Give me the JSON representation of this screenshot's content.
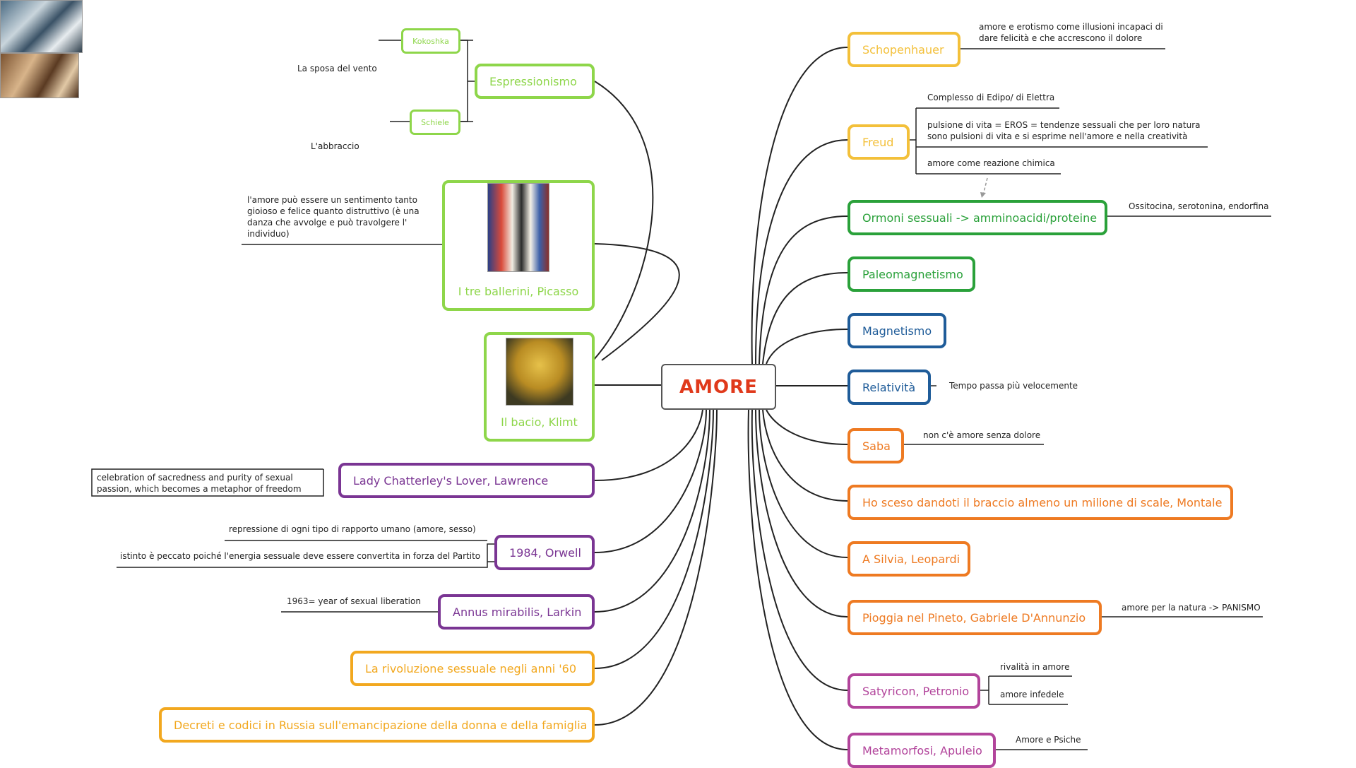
{
  "colors": {
    "lightgreen": "#8ed64a",
    "green": "#2aa13a",
    "yellow": "#f3c03a",
    "blue": "#1f5c99",
    "orange": "#ee7a22",
    "purple": "#7a3593",
    "magenta": "#b2449b",
    "gold": "#f2a81f",
    "center_text": "#e0391b"
  },
  "center": {
    "label": "AMORE"
  },
  "left": {
    "espressionismo": "Espressionismo",
    "kokoshka": "Kokoshka",
    "schiele": "Schiele",
    "kokoshka_caption": "La sposa del vento",
    "schiele_caption": "L'abbraccio",
    "picasso": "I tre ballerini, Picasso",
    "picasso_note": "l'amore può essere un sentimento tanto gioioso  e felice quanto distruttivo (è una danza che avvolge e può travolgere l' individuo)",
    "klimt": "Il bacio, Klimt",
    "lawrence": "Lady Chatterley's Lover, Lawrence",
    "lawrence_note": "celebration of sacredness and purity of sexual passion, which becomes a metaphor of freedom",
    "orwell": "1984, Orwell",
    "orwell_note_1": "repressione di ogni tipo di rapporto umano (amore, sesso)",
    "orwell_note_2": "istinto è peccato poiché l'energia sessuale deve essere convertita in forza del Partito",
    "larkin": "Annus mirabilis, Larkin",
    "larkin_note": "1963= year of sexual liberation",
    "rivoluzione": "La rivoluzione sessuale negli anni '60",
    "decreti": "Decreti e codici in Russia sull'emancipazione della donna e della famiglia"
  },
  "right": {
    "schopenhauer": "Schopenhauer",
    "schopenhauer_note": "amore e erotismo come illusioni incapaci di dare felicità e che accrescono il dolore",
    "freud": "Freud",
    "freud_note_1": "Complesso di Edipo/ di Elettra",
    "freud_note_2": "pulsione di vita = EROS = tendenze sessuali che per loro natura sono pulsioni di vita e si esprime nell'amore e nella creatività",
    "freud_note_3": "amore come reazione chimica",
    "ormoni": "Ormoni sessuali -> amminoacidi/proteine",
    "ormoni_note": "Ossitocina, serotonina, endorfina",
    "paleo": "Paleomagnetismo",
    "magnetismo": "Magnetismo",
    "relativita": "Relatività",
    "relativita_note": "Tempo passa più velocemente",
    "saba": "Saba",
    "saba_note": "non c'è amore senza dolore",
    "montale": "Ho sceso dandoti il braccio almeno un milione di scale, Montale",
    "leopardi": "A Silvia, Leopardi",
    "dannunzio": "Pioggia nel Pineto, Gabriele D'Annunzio",
    "dannunzio_note": "amore per la natura -> PANISMO",
    "petronio": "Satyricon, Petronio",
    "petronio_note_1": "rivalità in amore",
    "petronio_note_2": "amore infedele",
    "apuleio": "Metamorfosi, Apuleio",
    "apuleio_note": "Amore e Psiche"
  },
  "icons": {
    "kokoshka_painting": "painting-bride-of-the-wind-icon",
    "schiele_painting": "painting-embrace-icon",
    "picasso_painting": "painting-three-dancers-icon",
    "klimt_painting": "painting-the-kiss-icon"
  }
}
